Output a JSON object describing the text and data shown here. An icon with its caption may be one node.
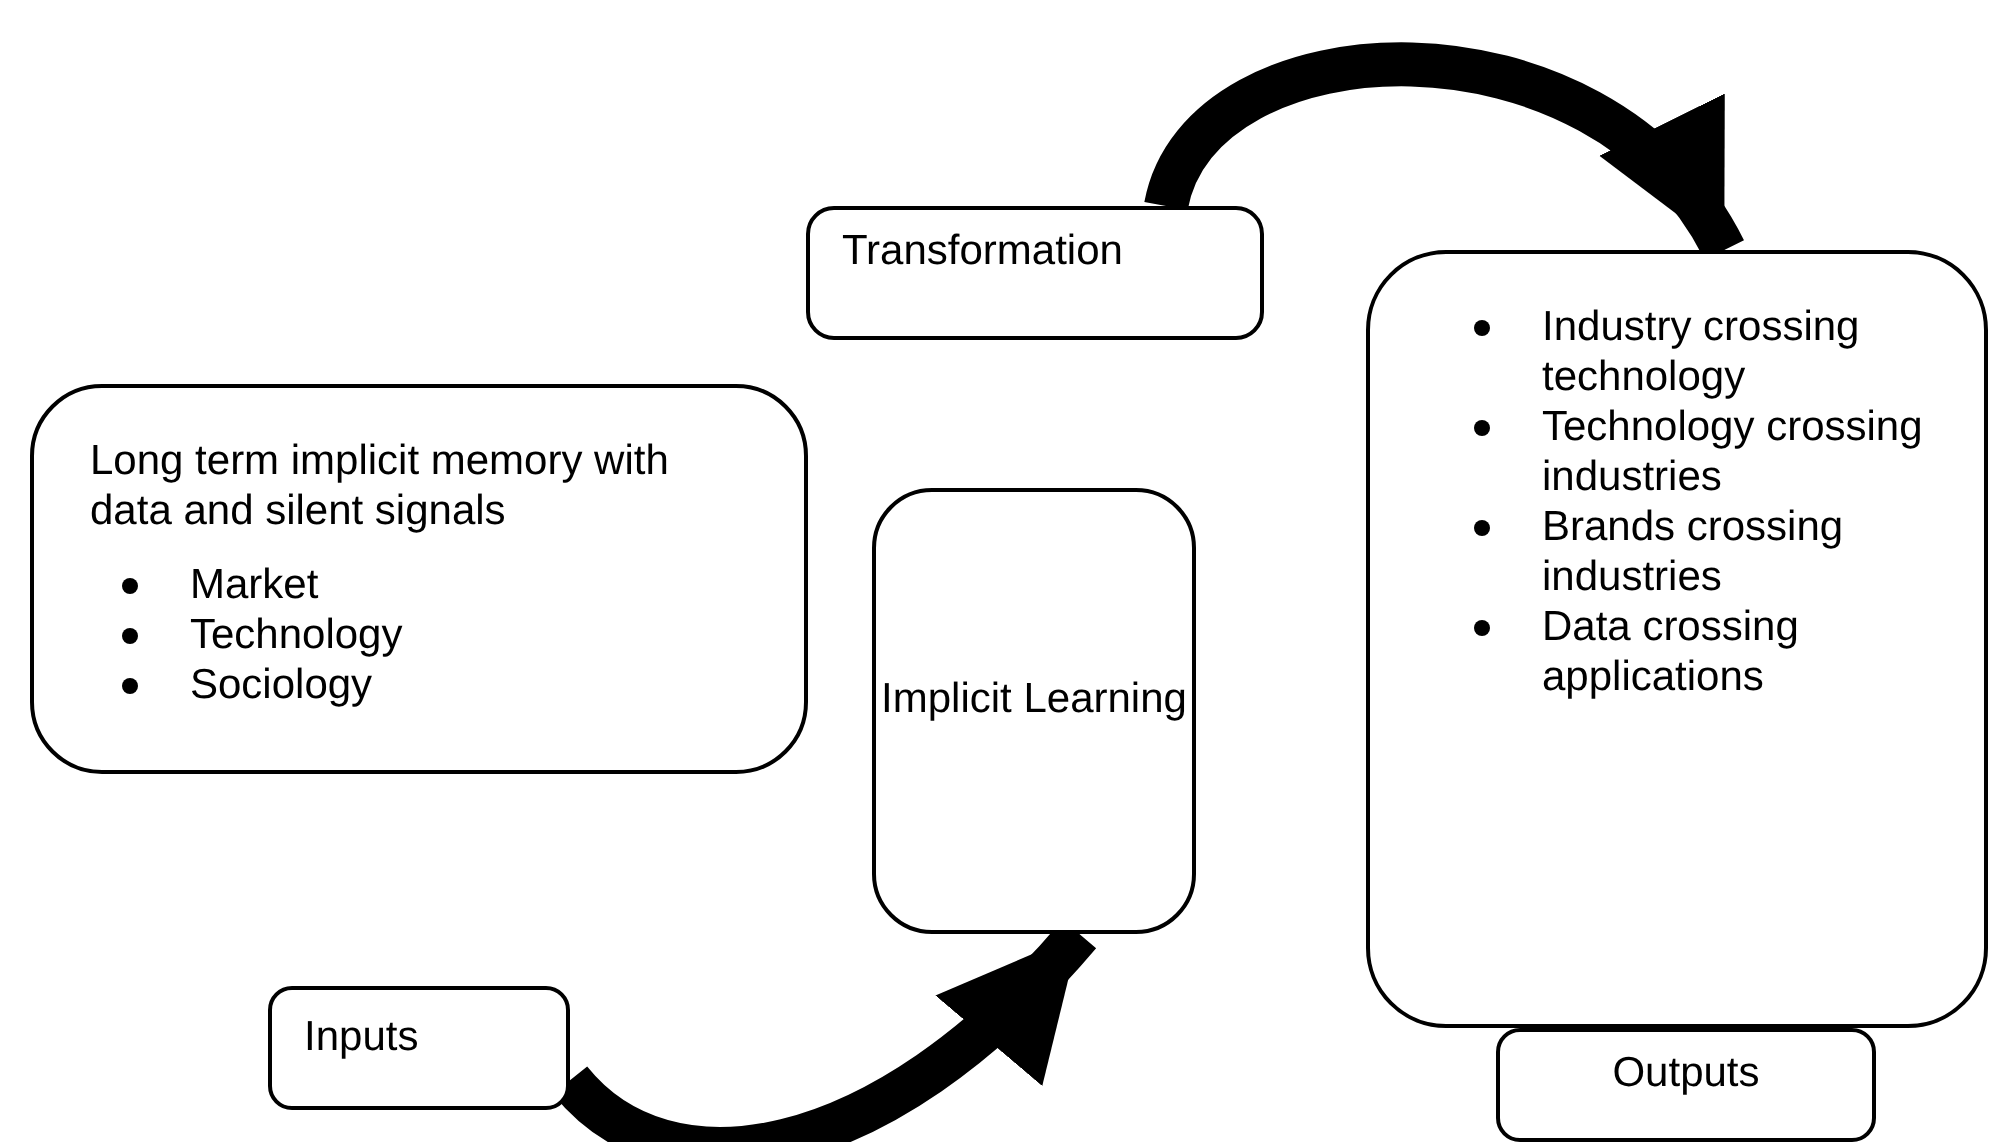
{
  "diagram": {
    "nodes": [
      {
        "text": [
          "Long term implicit memory with data and silent signals",
          "Market",
          "Technology",
          "Sociology"
        ]
      },
      {
        "text": [
          "Implicit Learning"
        ]
      },
      {
        "text": [
          "Transformation"
        ]
      },
      {
        "text": [
          "Industry crossing technology",
          "Technology crossing industries",
          "Brands crossing industries",
          "Data crossing applications"
        ]
      },
      {
        "text": [
          "Inputs"
        ]
      },
      {
        "text": [
          "Outputs"
        ]
      }
    ],
    "edges": [
      {
        "from": 4,
        "to": 1,
        "arrow": "to"
      },
      {
        "from": 2,
        "to": 3,
        "arrow": "to"
      }
    ]
  }
}
